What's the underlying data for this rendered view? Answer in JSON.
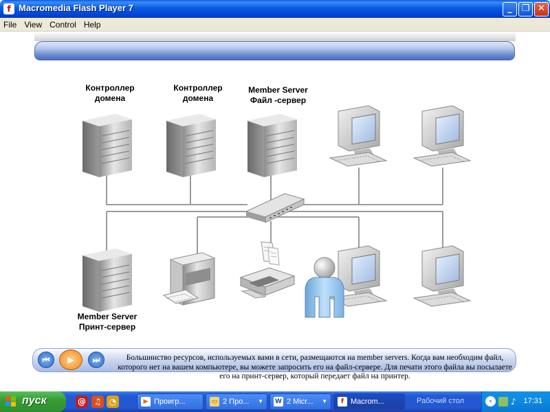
{
  "window": {
    "title": "Macromedia Flash Player 7",
    "icon": "flash-icon"
  },
  "window_controls": {
    "minimize": "_",
    "restore": "❐",
    "close": "✕"
  },
  "menu": [
    "File",
    "View",
    "Control",
    "Help"
  ],
  "diagram": {
    "labels": {
      "server1": "Контроллер\nдомена",
      "server2": "Контроллер\nдомена",
      "server3": "Member Server\nФайл -сервер",
      "server4": "Member Server\nПринт-сервер"
    },
    "nodes": [
      "domain-controller-1",
      "domain-controller-2",
      "file-server",
      "workstation-1",
      "workstation-2",
      "switch",
      "print-server",
      "print-device",
      "printer",
      "user",
      "workstation-3",
      "workstation-4"
    ]
  },
  "description": "Большинство ресурсов, используемых вами в сети, размещаются на member servers. Когда вам необходим файл, которого нет на вашем компьютере, вы можете запросить его на файл-сервере. Для печати этого файла вы посылаете его на принт-сервер, который передает файл на принтер.",
  "taskbar": {
    "start_label": "пуск",
    "quick_launch": [
      "opera-icon",
      "media-icon",
      "clock-icon"
    ],
    "tasks": [
      {
        "label": "Проигр...",
        "icon": "player-icon",
        "active": false,
        "dropdown": false
      },
      {
        "label": "2 Про...",
        "icon": "folder-icon",
        "active": false,
        "dropdown": true
      },
      {
        "label": "2 Micr...",
        "icon": "word-icon",
        "active": false,
        "dropdown": true
      },
      {
        "label": "Macrom...",
        "icon": "flash-icon",
        "active": true,
        "dropdown": false
      }
    ],
    "desktop_label": "Рабочий стол",
    "clock": "17:31"
  },
  "colors": {
    "titlebar": "#0a5ce6",
    "taskbar": "#2459d4",
    "start": "#379e37",
    "tray": "#0d8ae0"
  }
}
